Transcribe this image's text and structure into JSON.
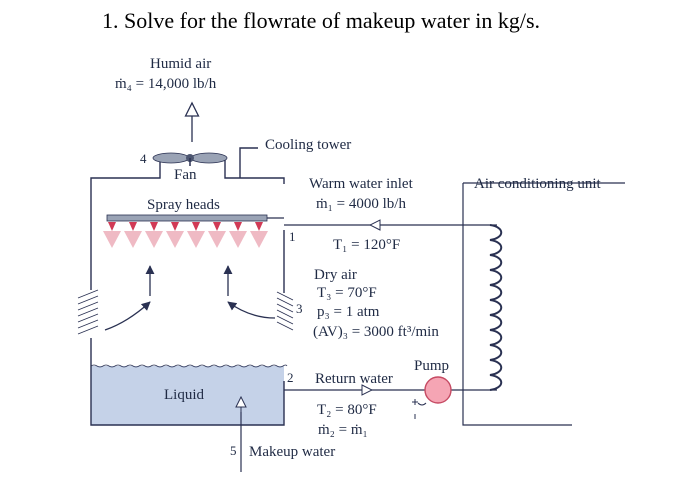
{
  "question": "1. Solve for the flowrate of makeup water in kg/s.",
  "labels": {
    "humid_air": "Humid air",
    "humid_air_flow": "ṁ₄ = 14,000 lb/h",
    "state_4": "4",
    "fan": "Fan",
    "cooling_tower": "Cooling tower",
    "spray_heads": "Spray heads",
    "warm_water_inlet": "Warm water inlet",
    "warm_water_flow": "ṁ₁ = 4000 lb/h",
    "state_1": "1",
    "t1": "T₁ = 120°F",
    "air_conditioning_unit": "Air conditioning unit",
    "dry_air": "Dry air",
    "t3": "T₃ = 70°F",
    "p3": "p₃ = 1 atm",
    "av3": "(AV)₃ = 3000 ft³/min",
    "state_3": "3",
    "pump": "Pump",
    "state_2": "2",
    "return_water": "Return water",
    "liquid": "Liquid",
    "t2": "T₂ = 80°F",
    "m2": "ṁ₂ = ṁ₁",
    "state_5": "5",
    "makeup_water": "Makeup water"
  },
  "colors": {
    "pipe": "#2a3152",
    "liquid_fill": "#c5d2e8",
    "spray_heads": "#9aa3b5",
    "spray": "#d13a55",
    "pump_fill": "#f5a5b4",
    "pump_stroke": "#c64a63",
    "flow_arrow": "#2a3152"
  },
  "icons": [
    "fan-icon",
    "spray-nozzle-icon",
    "pump-icon",
    "coil-icon",
    "air-louver-icon",
    "flow-arrow-icon"
  ]
}
